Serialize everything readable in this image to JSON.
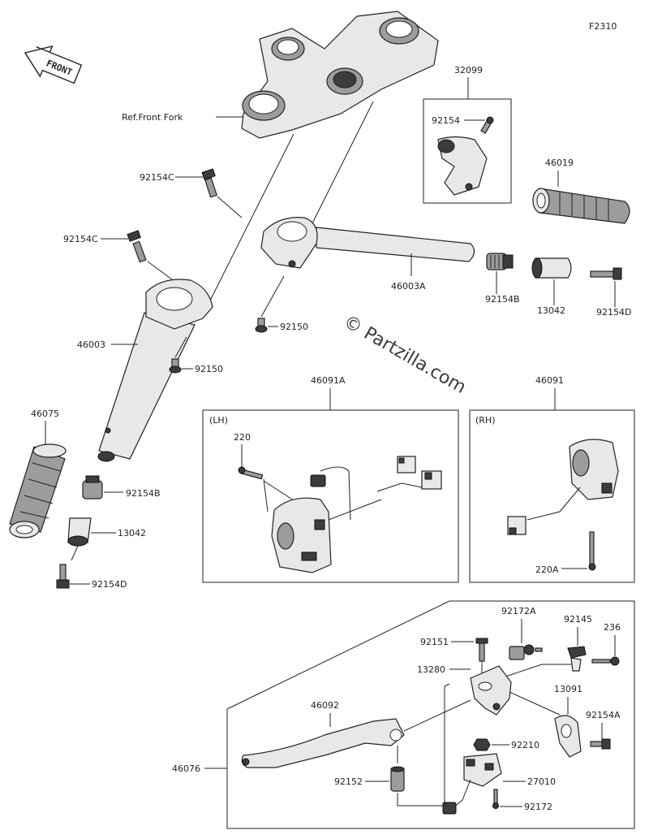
{
  "figure_code": "F2310",
  "front_label": "FRONT",
  "watermark": "© Partzilla.com",
  "labels": {
    "ref_front_fork": "Ref.Front Fork",
    "p32099": "32099",
    "p92154_box": "92154",
    "p46019": "46019",
    "p92154C_a": "92154C",
    "p92154C_b": "92154C",
    "p46003A": "46003A",
    "p92154B_r": "92154B",
    "p13042_r": "13042",
    "p92154D_r": "92154D",
    "p92150_a": "92150",
    "p46003": "46003",
    "p92150_b": "92150",
    "p46091A": "46091A",
    "p46091": "46091",
    "lh": "(LH)",
    "rh": "(RH)",
    "p220": "220",
    "p220A": "220A",
    "p46075": "46075",
    "p92154B_l": "92154B",
    "p13042_l": "13042",
    "p92154D_l": "92154D",
    "p92151": "92151",
    "p92172A": "92172A",
    "p92145": "92145",
    "p236": "236",
    "p13280": "13280",
    "p13091": "13091",
    "p46092": "46092",
    "p92154A": "92154A",
    "p92210": "92210",
    "p46076": "46076",
    "p92152": "92152",
    "p27010": "27010",
    "p92172": "92172"
  }
}
